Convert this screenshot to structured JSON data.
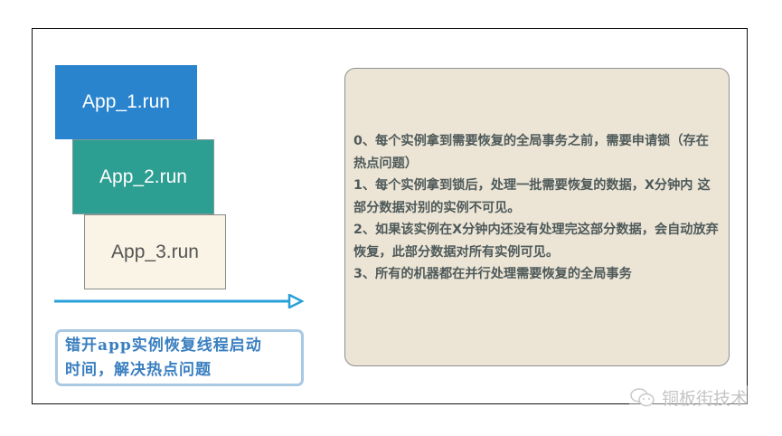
{
  "diagram": {
    "apps": [
      {
        "label": "App_1.run",
        "color": "#2a84cd"
      },
      {
        "label": "App_2.run",
        "color": "#2d9e92"
      },
      {
        "label": "App_3.run",
        "color": "#faf4e6"
      }
    ],
    "timeline_arrow_color": "#2aa0d8",
    "callout": {
      "line1": "错开app实例恢复线程启动",
      "line2": "时间，解决热点问题"
    },
    "notes": [
      "0、每个实例拿到需要恢复的全局事务之前，需要申请锁（存在热点问题）",
      "1、每个实例拿到锁后，处理一批需要恢复的数据，X分钟内 这部分数据对别的实例不可见。",
      "2、如果该实例在X分钟内还没有处理完这部分数据，会自动放弃恢复，此部分数据对所有实例可见。",
      "3、所有的机器都在并行处理需要恢复的全局事务"
    ],
    "watermark": {
      "icon": "wechat-icon",
      "text": "铜板街技术"
    }
  }
}
